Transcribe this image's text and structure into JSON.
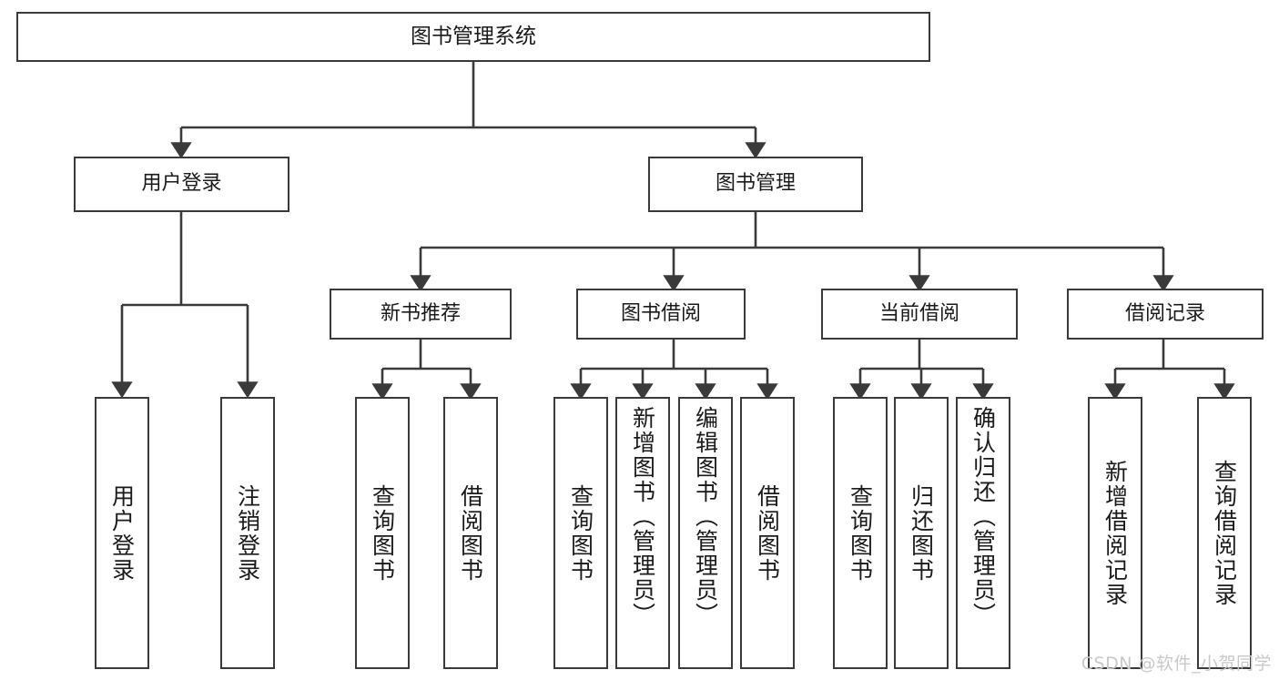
{
  "diagram": {
    "type": "tree",
    "title": "图书管理系统",
    "watermark": "CSDN @软件_小贺同学",
    "colors": {
      "stroke": "#3a3a3a",
      "fill": "#ffffff",
      "text": "#1a1a1a",
      "watermark": "#c8c8c8"
    },
    "root": {
      "label": "图书管理系统"
    },
    "level1": [
      {
        "label": "用户登录"
      },
      {
        "label": "图书管理"
      }
    ],
    "level2": [
      {
        "label": "新书推荐"
      },
      {
        "label": "图书借阅"
      },
      {
        "label": "当前借阅"
      },
      {
        "label": "借阅记录"
      }
    ],
    "leaves": {
      "user_login": [
        {
          "label": "用户登录"
        },
        {
          "label": "注销登录"
        }
      ],
      "new_book_rec": [
        {
          "label": "查询图书"
        },
        {
          "label": "借阅图书"
        }
      ],
      "book_borrow": [
        {
          "label": "查询图书"
        },
        {
          "label": "新增图书（管理员）"
        },
        {
          "label": "编辑图书（管理员）"
        },
        {
          "label": "借阅图书"
        }
      ],
      "current_borrow": [
        {
          "label": "查询图书"
        },
        {
          "label": "归还图书"
        },
        {
          "label": "确认归还（管理员）"
        }
      ],
      "borrow_record": [
        {
          "label": "新增借阅记录"
        },
        {
          "label": "查询借阅记录"
        }
      ]
    }
  }
}
